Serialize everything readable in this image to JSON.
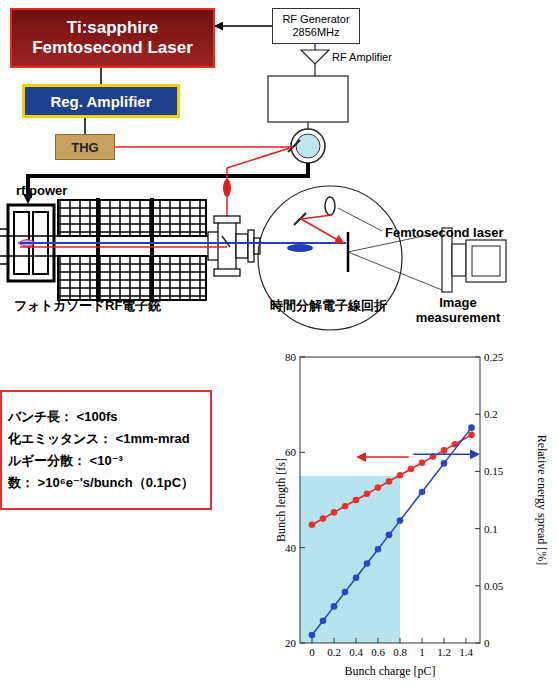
{
  "diagram": {
    "nodes": [
      {
        "text": [
          "Ti:sapphire Femtosecond Laser"
        ]
      },
      {
        "text": [
          "RF Generator 2856MHz"
        ]
      },
      {
        "text": [
          "Reg. Amplifier"
        ]
      },
      {
        "text": [
          "THG"
        ]
      },
      {
        "text": [
          "バンチ長： <100fs",
          "化エミッタンス： <1mm-mrad",
          "ルギー分散： <10⁻³",
          "数： >10⁶e⁻'s/bunch（0.1pC）"
        ]
      }
    ],
    "edges": [
      {
        "from": 1,
        "to": 0,
        "arrow": "to"
      },
      {
        "from": 0,
        "to": 2,
        "arrow": "none"
      },
      {
        "from": 2,
        "to": 3,
        "arrow": "none"
      }
    ],
    "labels": [
      "RF Amplifier",
      "rf power",
      "Femtosecond laser",
      "Image measurement",
      "フォトカソードRF電子銃",
      "時間分解電子線回折",
      "Bunch length [fs]",
      "Relative energy spread [%]",
      "Bunch charge [pC]",
      "80",
      "60",
      "40",
      "20",
      "0.25",
      "0.2",
      "0.15",
      "0.1",
      "0.05",
      "0",
      "0",
      "0.2",
      "0.4",
      "0.6",
      "0.8",
      "1",
      "1.2",
      "1.4"
    ]
  }
}
